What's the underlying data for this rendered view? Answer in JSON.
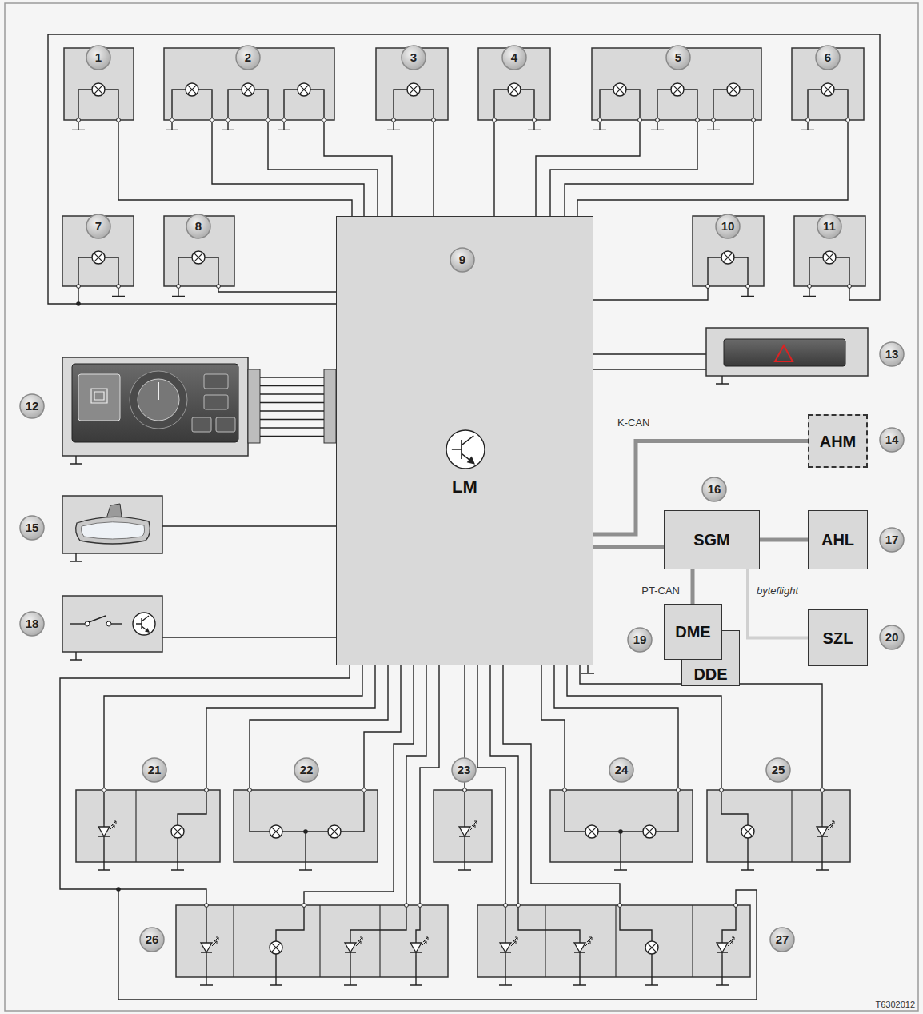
{
  "diagram": {
    "nodes": [
      {
        "text": [
          "LM"
        ]
      },
      {
        "text": [
          "AHM"
        ]
      },
      {
        "text": [
          "SGM"
        ]
      },
      {
        "text": [
          "AHL"
        ]
      },
      {
        "text": [
          "DME"
        ]
      },
      {
        "text": [
          "DDE"
        ]
      },
      {
        "text": [
          "SZL"
        ]
      }
    ],
    "edges": [
      {
        "from": 0,
        "to": 1,
        "arrow": "none",
        "label": "K-CAN"
      },
      {
        "from": 0,
        "to": 2,
        "arrow": "none"
      },
      {
        "from": 2,
        "to": 3,
        "arrow": "none"
      },
      {
        "from": 2,
        "to": 4,
        "arrow": "none",
        "label": "PT-CAN"
      },
      {
        "from": 2,
        "to": 6,
        "arrow": "none",
        "label": "byteflight"
      }
    ],
    "labels": [
      "1",
      "2",
      "3",
      "4",
      "5",
      "6",
      "7",
      "8",
      "9",
      "10",
      "11",
      "12",
      "13",
      "14",
      "15",
      "16",
      "17",
      "18",
      "19",
      "20",
      "21",
      "22",
      "23",
      "24",
      "25",
      "26",
      "27",
      "T6302012"
    ]
  }
}
